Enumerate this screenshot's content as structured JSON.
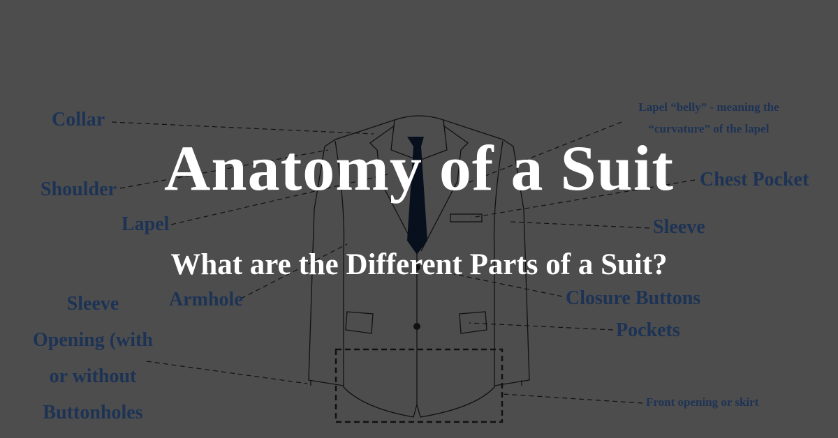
{
  "title": "Anatomy of a Suit",
  "subtitle": "What are the Different Parts of a Suit?",
  "colors": {
    "background": "#4d4d4d",
    "label": "#1d3355",
    "title": "#ffffff",
    "outline": "#111111"
  },
  "labels": {
    "collar": "Collar",
    "shoulder": "Shoulder",
    "lapel": "Lapel",
    "armhole": "Armhole",
    "sleeve_opening": [
      "Sleeve",
      "Opening (with",
      "or without",
      "Buttonholes"
    ],
    "lapel_belly": [
      "Lapel “belly” - meaning the",
      "“curvature” of the lapel"
    ],
    "chest_pocket": "Chest Pocket",
    "sleeve": "Sleeve",
    "closure_buttons": "Closure Buttons",
    "pockets": "Pockets",
    "front_opening": "Front opening or skirt"
  }
}
